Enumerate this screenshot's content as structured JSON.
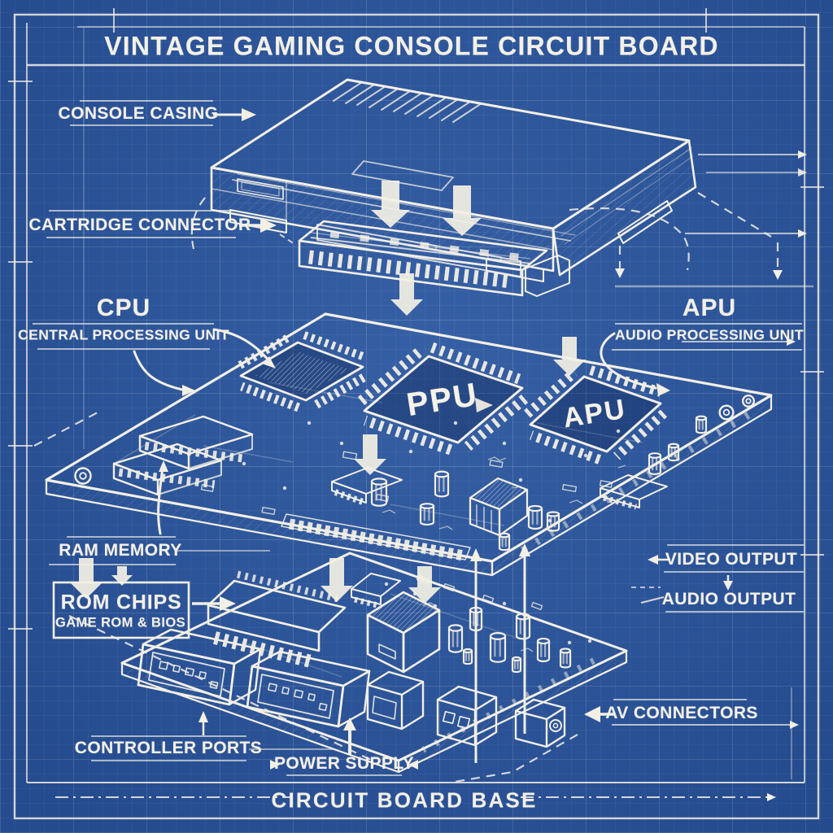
{
  "meta": {
    "background": "#2b57a0",
    "ink": "#f2efe5"
  },
  "title": "VINTAGE GAMING CONSOLE CIRCUIT BOARD",
  "footer": "CIRCUIT BOARD BASE",
  "labels": {
    "console_casing": "CONSOLE CASING",
    "cartridge_connector": "CARTRIDGE CONNECTOR",
    "cpu_abbr": "CPU",
    "cpu_full": "CENTRAL PROCESSING UNIT",
    "apu_abbr": "APU",
    "apu_full": "AUDIO PROCESSING UNIT",
    "ram_memory": "RAM MEMORY",
    "rom_chips": "ROM CHIPS",
    "rom_chips_sub": "GAME ROM & BIOS",
    "video_output": "VIDEO OUTPUT",
    "audio_output": "AUDIO OUTPUT",
    "controller_ports": "CONTROLLER PORTS",
    "power_supply": "POWER SUPPLY",
    "av_connectors": "AV CONNECTORS"
  },
  "chips": {
    "ppu": "PPU",
    "apu": "APU"
  }
}
